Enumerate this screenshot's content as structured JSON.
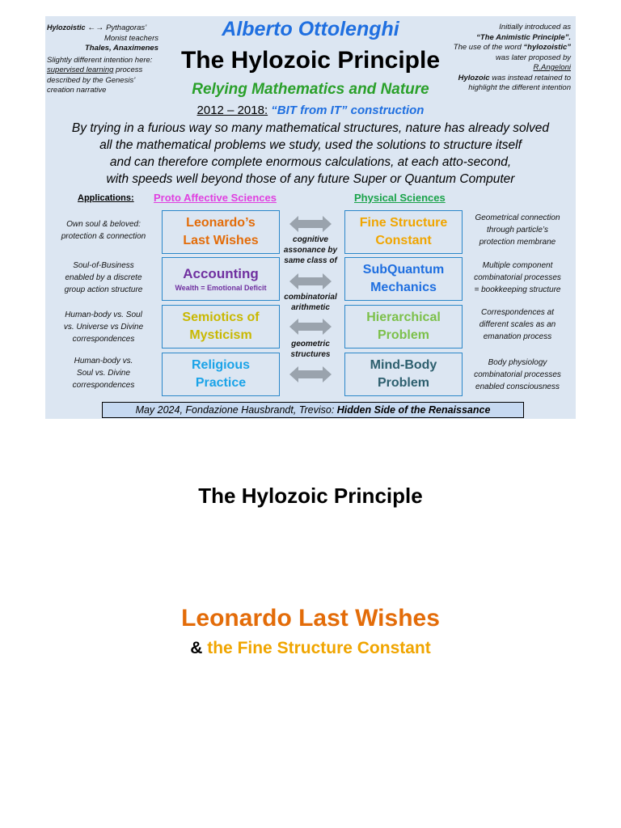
{
  "slide": {
    "author": "Alberto Ottolenghi",
    "title": "The Hylozoic Principle",
    "subtitle": "Relying Mathematics and Nature",
    "years": "2012 – 2018:",
    "bit": "“BIT from IT” construction",
    "paragraph": [
      "By trying in a furious way so many mathematical structures, nature has already solved",
      "all the mathematical problems we study, used the solutions to structure itself",
      "and can therefore complete enormous calculations, at each atto-second,",
      "with speeds well beyond those of any future Super or Quantum Computer"
    ],
    "top_left_note": {
      "l1a": "Hylozoistic",
      "l1arrow": "←→",
      "l1b": "Pythagoras’",
      "l2": "Monist teachers",
      "l3": "Thales, Anaximenes",
      "l4": "Slightly different intention here:",
      "l5a": "supervised learning",
      "l5b": " process",
      "l6": "described by the Genesis’",
      "l7": "creation narrative"
    },
    "top_right_note": {
      "l1": "Initially introduced as",
      "l2": "“The Animistic Principle”.",
      "l3a": "The use of the word ",
      "l3b": "“hylozoistic”",
      "l4": "was later proposed by",
      "l5": "R.Angeloni",
      "l6a": "Hylozoic",
      "l6b": " was instead retained to",
      "l7": "highlight the different intention"
    },
    "applications_label": "Applications:",
    "proto_label": "Proto Affective Sciences",
    "physical_label": "Physical Sciences",
    "left_boxes": [
      {
        "line1": "Leonardo’s",
        "line2": "Last Wishes",
        "color": "#e36c09"
      },
      {
        "line1": "Accounting",
        "sub": "Wealth = Emotional Deficit",
        "color": "#7030a0"
      },
      {
        "line1": "Semiotics of",
        "line2": "Mysticism",
        "color": "#c9b800"
      },
      {
        "line1": "Religious",
        "line2": "Practice",
        "color": "#1aa3e8"
      }
    ],
    "right_boxes": [
      {
        "line1": "Fine Structure",
        "line2": "Constant",
        "color": "#f0a500"
      },
      {
        "line1": "SubQuantum",
        "line2": "Mechanics",
        "color": "#1f6fe0"
      },
      {
        "line1": "Hierarchical",
        "line2": "Problem",
        "color": "#7cc04a"
      },
      {
        "line1": "Mind-Body",
        "line2": "Problem",
        "color": "#2d5f6e"
      }
    ],
    "middle_labels": {
      "m1": [
        "cognitive",
        "assonance by",
        "same class of"
      ],
      "m2": [
        "combinatorial",
        "arithmetic"
      ],
      "m3": [
        "geometric",
        "structures"
      ]
    },
    "left_notes": [
      [
        "Own soul & beloved:",
        "protection & connection"
      ],
      [
        "Soul-of-Business",
        "enabled by a discrete",
        "group action structure"
      ],
      [
        "Human-body vs. Soul",
        "vs. Universe vs Divine",
        "correspondences"
      ],
      [
        "Human-body vs.",
        "Soul vs. Divine",
        "correspondences"
      ]
    ],
    "right_notes": [
      [
        "Geometrical connection",
        "through particle’s",
        "protection membrane"
      ],
      [
        "Multiple component",
        "combinatorial processes",
        "= bookkeeping structure"
      ],
      [
        "Correspondences at",
        "different scales as an",
        "emanation process"
      ],
      [
        "Body physiology",
        "combinatorial processes",
        "enabled consciousness"
      ]
    ],
    "footer": {
      "text": "May 2024, Fondazione Hausbrandt, Treviso: ",
      "bold": "Hidden Side of the Renaissance"
    }
  },
  "below": {
    "title": "The Hylozoic Principle",
    "sub1": "Leonardo Last Wishes",
    "sub2_amp": "& ",
    "sub2_rest": "the Fine Structure Constant",
    "sub2_color": "#f0a500"
  },
  "colors": {
    "arrow": "#9aa3ad",
    "box_border": "#2b87c9",
    "slide_bg": "#dce6f2"
  }
}
